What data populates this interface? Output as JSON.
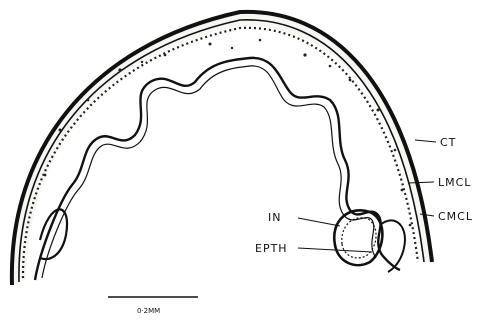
{
  "diagram": {
    "labels": {
      "ct": "CT",
      "lmcl": "LMCL",
      "cmcl": "CMCL",
      "in": "IN",
      "epth": "EPTH"
    },
    "scale_bar": {
      "label": "0·2MM"
    }
  }
}
